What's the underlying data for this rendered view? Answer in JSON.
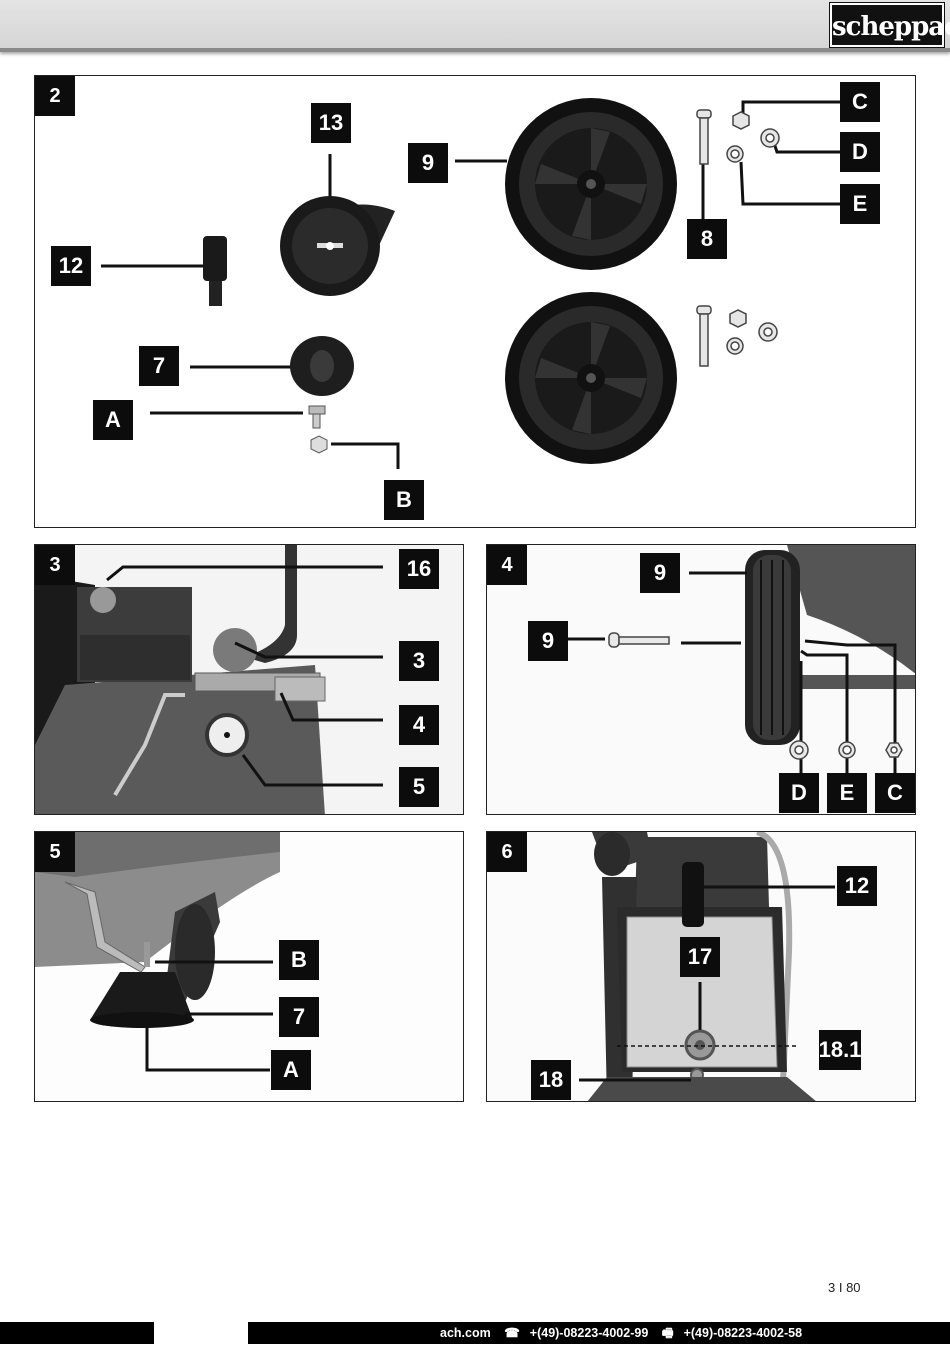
{
  "header": {
    "brand": "scheppach"
  },
  "figures": {
    "fig2": {
      "number": "2",
      "labels": {
        "l13": "13",
        "l9": "9",
        "lC": "C",
        "lD": "D",
        "lE": "E",
        "l8": "8",
        "l12": "12",
        "l7": "7",
        "lA": "A",
        "lB": "B"
      }
    },
    "fig3": {
      "number": "3",
      "labels": {
        "l16": "16",
        "l3": "3",
        "l4": "4",
        "l5": "5"
      }
    },
    "fig4": {
      "number": "4",
      "labels": {
        "l9a": "9",
        "l9b": "9",
        "lD": "D",
        "lE": "E",
        "lC": "C"
      }
    },
    "fig5": {
      "number": "5",
      "labels": {
        "lB": "B",
        "l7": "7",
        "lA": "A"
      }
    },
    "fig6": {
      "number": "6",
      "labels": {
        "l12": "12",
        "l17": "17",
        "l181": "18.1",
        "l18": "18"
      }
    }
  },
  "page": {
    "number": "3 I 80"
  },
  "footer": {
    "web": "ach.com",
    "phone_icon": "phone-icon",
    "phone": "+(49)-08223-4002-99",
    "fax_icon": "fax-icon",
    "fax": "+(49)-08223-4002-58"
  }
}
